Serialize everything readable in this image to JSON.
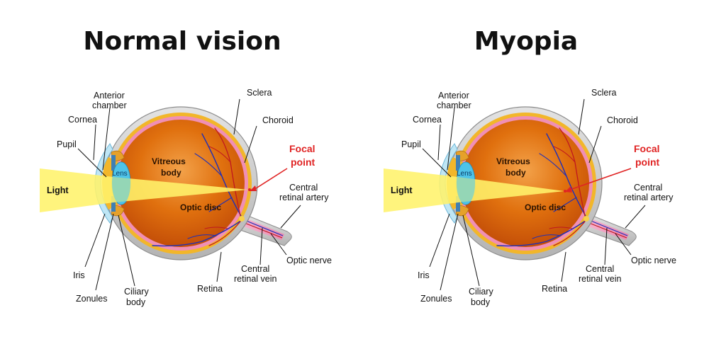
{
  "panels": [
    {
      "title": "Normal vision",
      "labels": {
        "anterior_chamber": [
          "Anterior",
          "chamber"
        ],
        "cornea": "Cornea",
        "pupil": "Pupil",
        "light": "Light",
        "lens": "Lens",
        "vitreous_body": [
          "Vitreous",
          "body"
        ],
        "optic_disc": "Optic disc",
        "sclera": "Sclera",
        "choroid": "Choroid",
        "focal_point": [
          "Focal",
          "point"
        ],
        "central_retinal_artery": [
          "Central",
          "retinal artery"
        ],
        "optic_nerve": "Optic nerve",
        "central_retinal_vein": [
          "Central",
          "retinal vein"
        ],
        "retina": "Retina",
        "iris": "Iris",
        "zonules": "Zonules",
        "ciliary_body": [
          "Ciliary",
          "body"
        ]
      }
    },
    {
      "title": "Myopia",
      "labels": {
        "anterior_chamber": [
          "Anterior",
          "chamber"
        ],
        "cornea": "Cornea",
        "pupil": "Pupil",
        "light": "Light",
        "lens": "Lens",
        "vitreous_body": [
          "Vitreous",
          "body"
        ],
        "optic_disc": "Optic disc",
        "sclera": "Sclera",
        "choroid": "Choroid",
        "focal_point": [
          "Focal",
          "point"
        ],
        "central_retinal_artery": [
          "Central",
          "retinal artery"
        ],
        "optic_nerve": "Optic nerve",
        "central_retinal_vein": [
          "Central",
          "retinal vein"
        ],
        "retina": "Retina",
        "iris": "Iris",
        "zonules": "Zonules",
        "ciliary_body": [
          "Ciliary",
          "body"
        ]
      }
    }
  ],
  "colors": {
    "sclera": "#c9c9c9",
    "choroid": "#f2b62a",
    "retina": "#f08fb5",
    "vitreous": "#e0700e",
    "light": "#fff36b",
    "lens": "#4fc3e8",
    "cornea": "#bfe6f5",
    "vessel_artery": "#c0171f",
    "vessel_vein": "#1f2fb8",
    "focal_label": "#e02424"
  }
}
